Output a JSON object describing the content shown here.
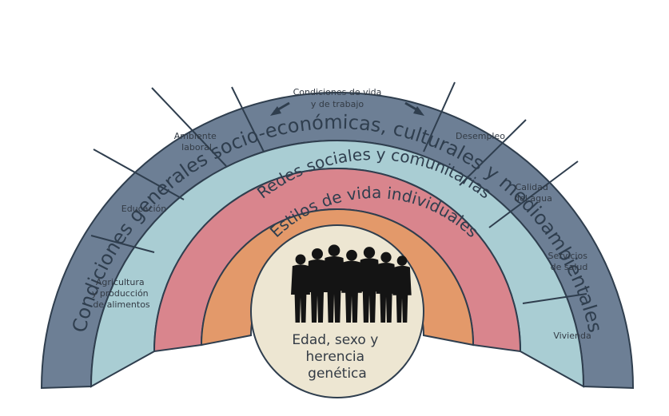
{
  "outer_ring": {
    "title": "Condiciones generales socio-económicas, culturales y medioambientales"
  },
  "living_ring": {
    "header_lines": [
      "Condiciones de vida",
      "y de trabajo"
    ],
    "sectors": [
      {
        "lines": [
          "Agricultura",
          "y producción",
          "de alimentos"
        ]
      },
      {
        "lines": [
          "Educación"
        ]
      },
      {
        "lines": [
          "Ambiente",
          "laboral"
        ]
      },
      {
        "lines": [
          "Desempleo"
        ]
      },
      {
        "lines": [
          "Calidad",
          "del agua"
        ]
      },
      {
        "lines": [
          "Servicios",
          "de salud"
        ]
      },
      {
        "lines": [
          "Vivienda"
        ]
      }
    ]
  },
  "social_ring": {
    "title": "Redes sociales y comunitarias"
  },
  "lifestyle_ring": {
    "title": "Estilos de vida individuales"
  },
  "core": {
    "lines": [
      "Edad, sexo y",
      "herencia",
      "genética"
    ]
  },
  "colors": {
    "outer": "#6d7f95",
    "living": "#a9cdd3",
    "social": "#d9858d",
    "lifestyle": "#e3996a",
    "core": "#ede6d2",
    "stroke": "#2f3e4e",
    "text": "#333b45"
  }
}
